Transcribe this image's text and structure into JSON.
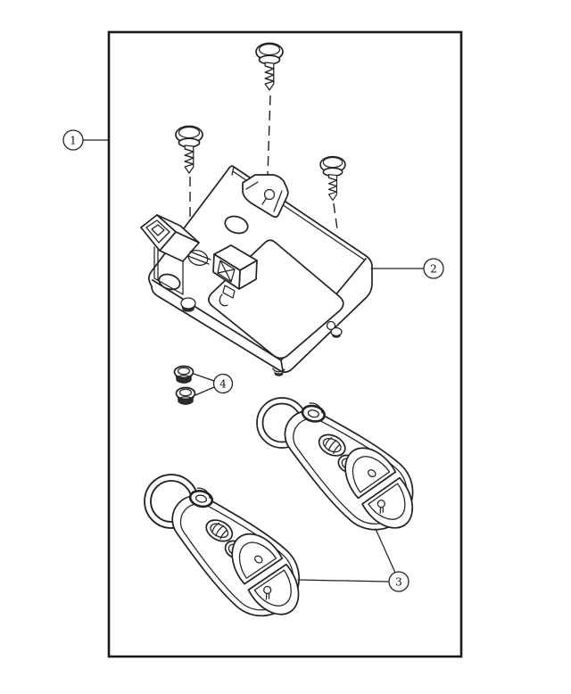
{
  "figure": {
    "background_color": "#ffffff",
    "line_color": "#222222",
    "frame_border_color": "#1a1a1a",
    "callouts": [
      {
        "number": "1"
      },
      {
        "number": "2"
      },
      {
        "number": "3"
      },
      {
        "number": "4"
      }
    ]
  }
}
